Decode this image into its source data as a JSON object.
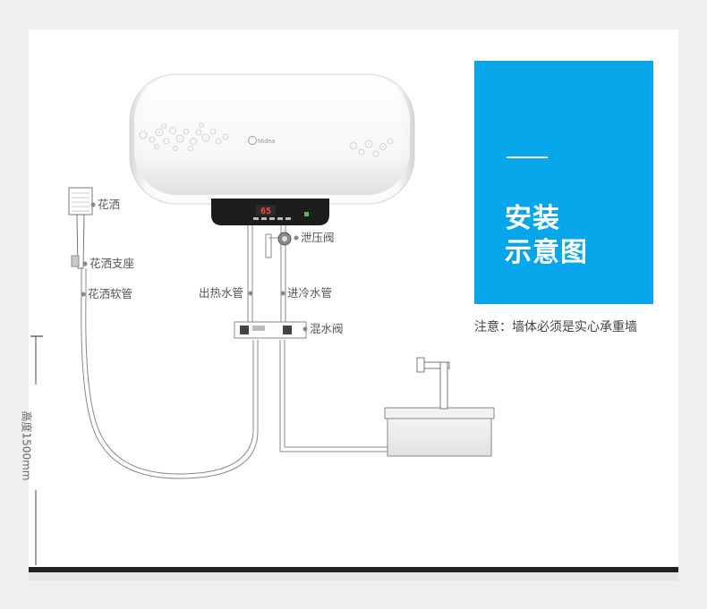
{
  "card": {
    "line1": "安装",
    "line2": "示意图"
  },
  "note": "注意：墙体必须是实心承重墙",
  "labels": {
    "shower_head": "花洒",
    "shower_holder": "花洒支座",
    "shower_hose": "花洒软管",
    "hot_out": "出热水管",
    "cold_in": "进冷水管",
    "relief_valve": "泄压阀",
    "mix_valve": "混水阀",
    "height": "高度1500mm"
  },
  "heater": {
    "brand": "Midea",
    "display_temp": "65"
  },
  "colors": {
    "card_blue": "#07a6ea",
    "background": "#efefef",
    "panel": "#ffffff",
    "line": "#888888"
  }
}
